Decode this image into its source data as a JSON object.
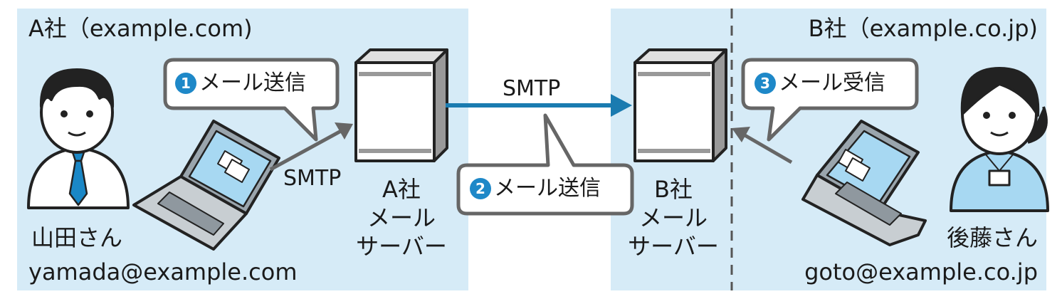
{
  "company_a": {
    "title": "A社（example.com)",
    "user_name": "山田さん",
    "user_email": "yamada@example.com"
  },
  "company_b": {
    "title": "B社（example.co.jp)",
    "user_name": "後藤さん",
    "user_email": "goto@example.co.jp"
  },
  "server_a": {
    "line1": "A社",
    "line2": "メール",
    "line3": "サーバー"
  },
  "server_b": {
    "line1": "B社",
    "line2": "メール",
    "line3": "サーバー"
  },
  "protocol_label": "SMTP",
  "steps": [
    {
      "number": "1",
      "label": "メール送信"
    },
    {
      "number": "2",
      "label": "メール送信"
    },
    {
      "number": "3",
      "label": "メール受信"
    }
  ],
  "colors": {
    "panel": "#d6ebf7",
    "accent": "#1e88c8",
    "arrow_gray": "#666666",
    "server_arrow": "#1a7bb0"
  }
}
